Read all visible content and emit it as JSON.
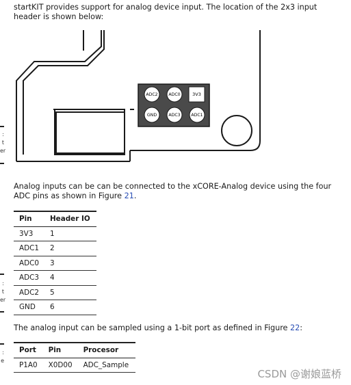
{
  "intro": {
    "line1": "startKIT provides support for analog device input. The location of the 2x3 input",
    "line2": "header is shown below:"
  },
  "figure": {
    "header_pins": [
      {
        "label": "ADC2",
        "shape": "circle"
      },
      {
        "label": "ADC0",
        "shape": "circle"
      },
      {
        "label": "3V3",
        "shape": "square"
      },
      {
        "label": "GND",
        "shape": "circle"
      },
      {
        "label": "ADC3",
        "shape": "circle"
      },
      {
        "label": "ADC1",
        "shape": "circle"
      }
    ],
    "caption_fragment": [
      ":",
      "t",
      "er"
    ]
  },
  "para2": {
    "line1": "Analog inputs can be can be connected to the xCORE-Analog device using the four",
    "line2_pre": "ADC pins as shown in Figure ",
    "line2_ref": "21",
    "line2_post": "."
  },
  "table1": {
    "caption_fragment": [
      ":",
      "t",
      "er"
    ],
    "headers": [
      "Pin",
      "Header IO"
    ],
    "rows": [
      [
        "3V3",
        "1"
      ],
      [
        "ADC1",
        "2"
      ],
      [
        "ADC0",
        "3"
      ],
      [
        "ADC3",
        "4"
      ],
      [
        "ADC2",
        "5"
      ],
      [
        "GND",
        "6"
      ]
    ]
  },
  "para3": {
    "pre": "The analog input can be sampled using a 1-bit port as defined in Figure ",
    "ref": "22",
    "post": ":"
  },
  "table2": {
    "caption_fragment": [
      ":",
      "e"
    ],
    "headers": [
      "Port",
      "Pin",
      "Procesor"
    ],
    "rows": [
      [
        "P1A0",
        "X0D00",
        "ADC_Sample"
      ]
    ]
  },
  "watermark": "CSDN @谢娘蓝桥"
}
